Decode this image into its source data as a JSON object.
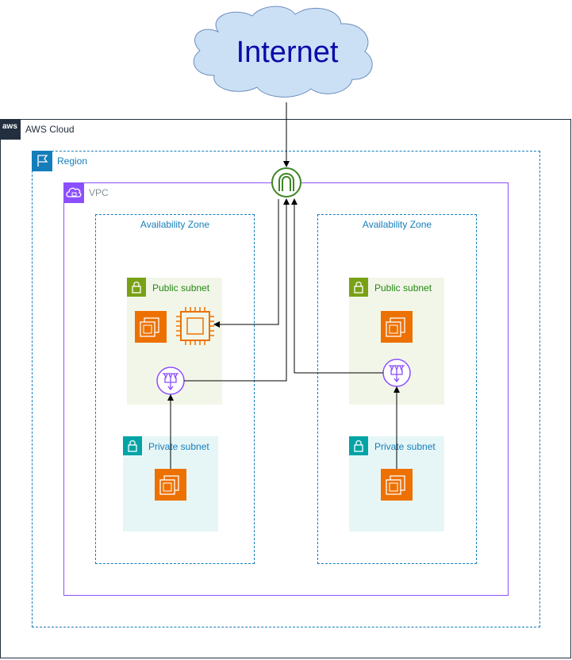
{
  "internet": {
    "label": "Internet"
  },
  "aws_cloud": {
    "label": "AWS Cloud",
    "logo_text": "aws"
  },
  "region": {
    "label": "Region"
  },
  "vpc": {
    "label": "VPC"
  },
  "zones": [
    {
      "label": "Availability Zone",
      "public_subnet": "Public subnet",
      "private_subnet": "Private subnet"
    },
    {
      "label": "Availability Zone",
      "public_subnet": "Public subnet",
      "private_subnet": "Private subnet"
    }
  ],
  "colors": {
    "cloud_fill": "#cce0f5",
    "internet_text": "#0a0aa8",
    "aws_dark": "#232f3e",
    "region": "#147eba",
    "vpc": "#8c4fff",
    "public_subnet": "#7aa116",
    "private_subnet": "#00a4a6",
    "ec2": "#ed7100",
    "gateway": "#3f8624"
  },
  "icons": [
    "aws-logo-icon",
    "region-flag-icon",
    "vpc-cloud-icon",
    "lock-icon",
    "ec2-instance-icon",
    "processor-icon",
    "nat-gateway-icon",
    "internet-gateway-icon"
  ]
}
